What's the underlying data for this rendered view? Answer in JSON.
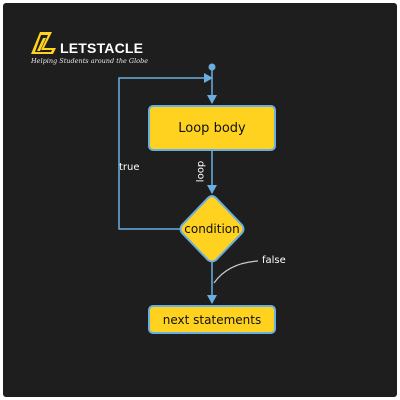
{
  "brand": {
    "name": "LETSTACLE",
    "tagline": "Helping Students around the Globe",
    "logo_icon": "letstacle-logo-icon"
  },
  "colors": {
    "background": "#1e1e1e",
    "node_fill": "#ffd21f",
    "node_border": "#6aaee0",
    "edge": "#6aaee0",
    "text_light": "#ffffff"
  },
  "nodes": {
    "loop_body": "Loop body",
    "condition": "condition",
    "next_statements": "next statements"
  },
  "edges": {
    "loop": "loop",
    "true": "true",
    "false": "false"
  }
}
